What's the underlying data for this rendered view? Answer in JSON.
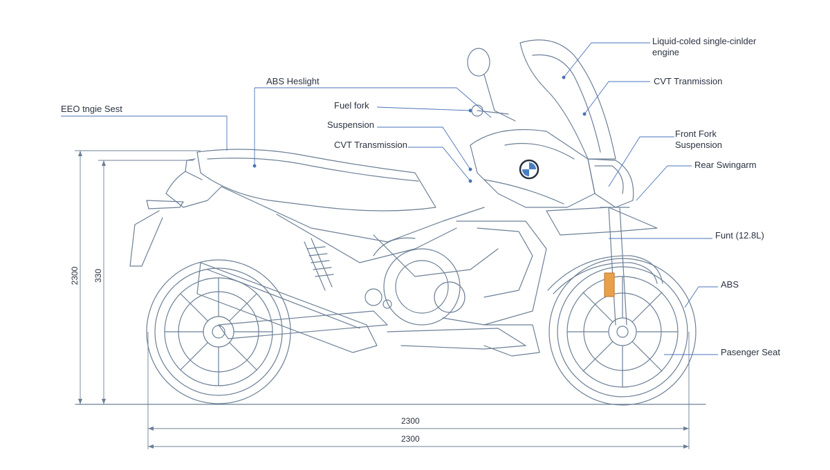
{
  "colors": {
    "line": "#6b7f95",
    "leader": "#4a72b8",
    "text": "#2a3240",
    "accent": "#e8a04a"
  },
  "labels": {
    "engine": "Liquid-coled single-cinlder\nengine",
    "cvt_right": "CVT Tranmission",
    "abs_headlight": "ABS Heslight",
    "fuel_fork": "Fuel fork",
    "eeo_seat": "EEO tngie Sest",
    "suspension": "Suspension",
    "cvt_left": "CVT Transmission",
    "front_fork": "Front Fork\nSuspension",
    "rear_swingarm": "Rear Swingarm",
    "funt": "Funt (12.8L)",
    "abs": "ABS",
    "passenger_seat": "Pasenger Seat"
  },
  "dimensions": {
    "outer_height": "2300",
    "inner_height": "330",
    "wheelbase": "2300",
    "overall_length": "2300"
  },
  "logo": {
    "brand_icon": "roundel-badge-icon"
  }
}
